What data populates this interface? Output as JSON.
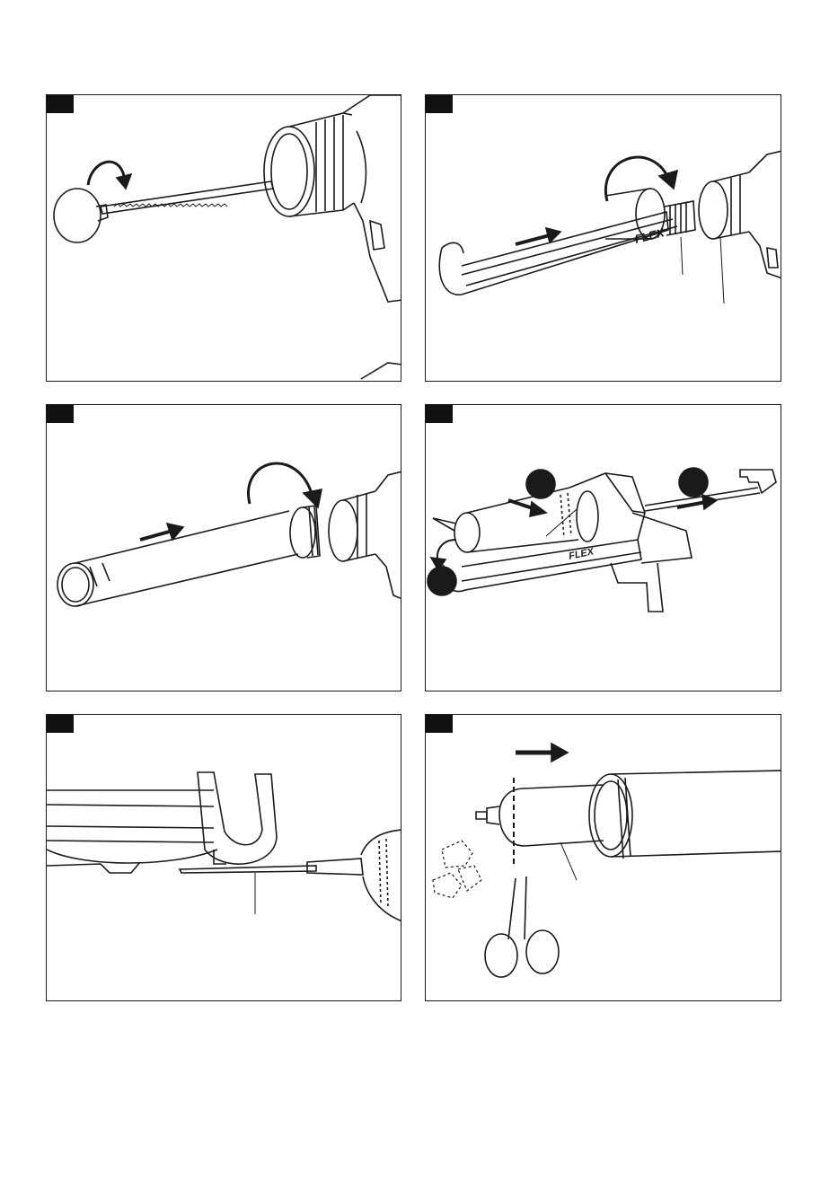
{
  "brand": "FLEX",
  "panels": [
    {
      "id": "p1"
    },
    {
      "id": "p2"
    },
    {
      "id": "p3"
    },
    {
      "id": "p4",
      "callouts": [
        "",
        ""
      ]
    },
    {
      "id": "p5"
    },
    {
      "id": "p6"
    }
  ],
  "colors": {
    "ink": "#1a1a1a",
    "tab": "#111111",
    "paper": "#ffffff"
  }
}
